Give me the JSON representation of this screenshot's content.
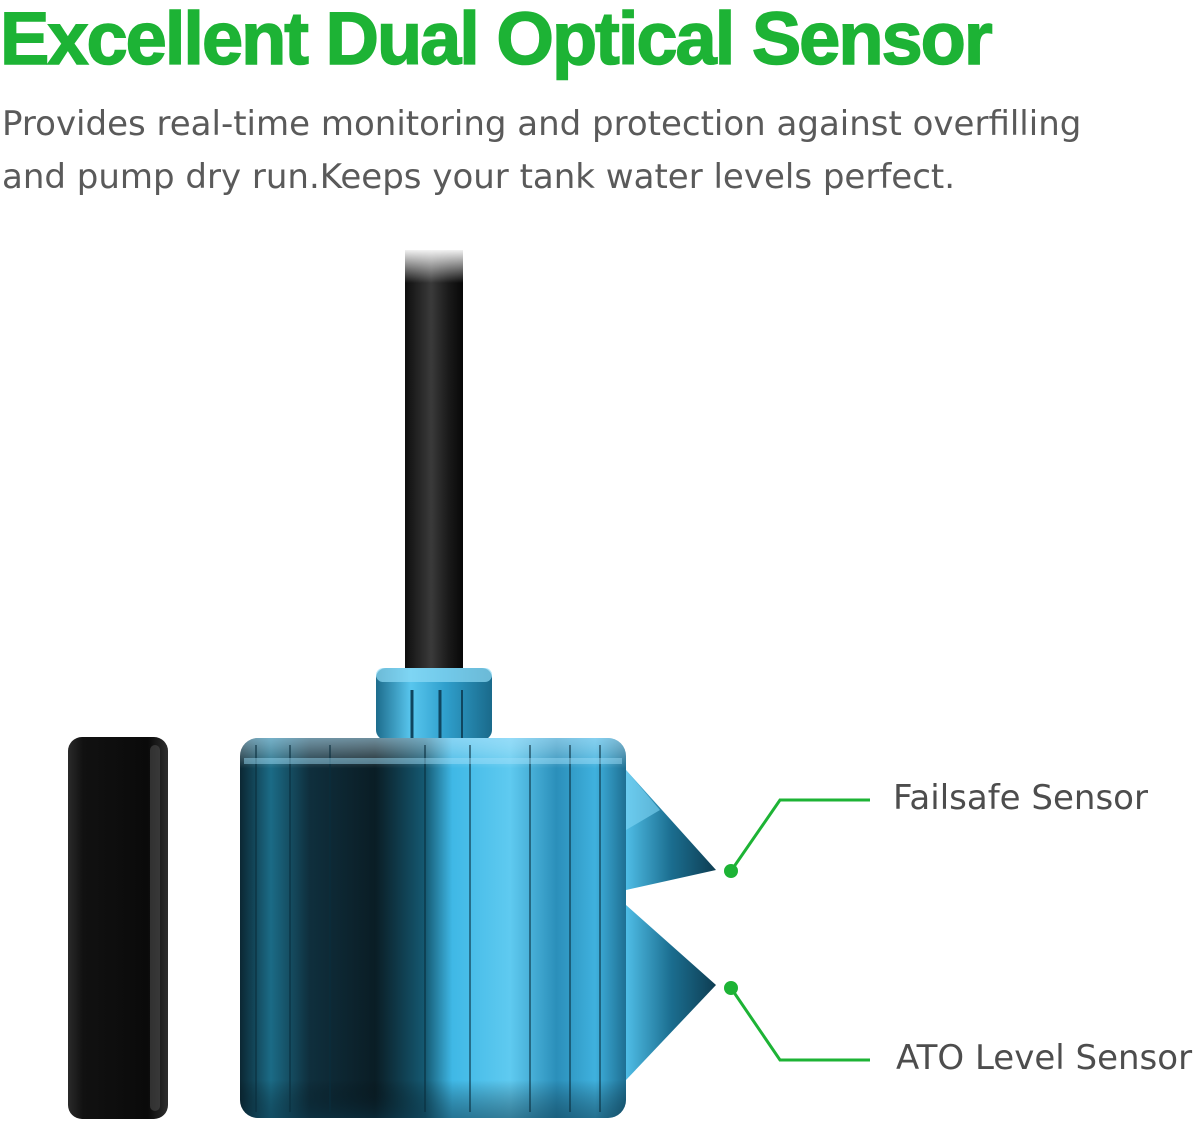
{
  "header": {
    "title": "Excellent Dual Optical Sensor",
    "subtitle_line1": "Provides real-time monitoring and protection against overfilling",
    "subtitle_line2": "and pump dry run.Keeps your tank water levels perfect."
  },
  "callouts": [
    {
      "label": "Failsafe Sensor"
    },
    {
      "label": "ATO Level Sensor"
    }
  ],
  "colors": {
    "accent_green": "#1db335",
    "text_gray": "#5a5a5a",
    "sensor_blue": "#3fb8e6",
    "cable_black": "#1c1c1c"
  }
}
